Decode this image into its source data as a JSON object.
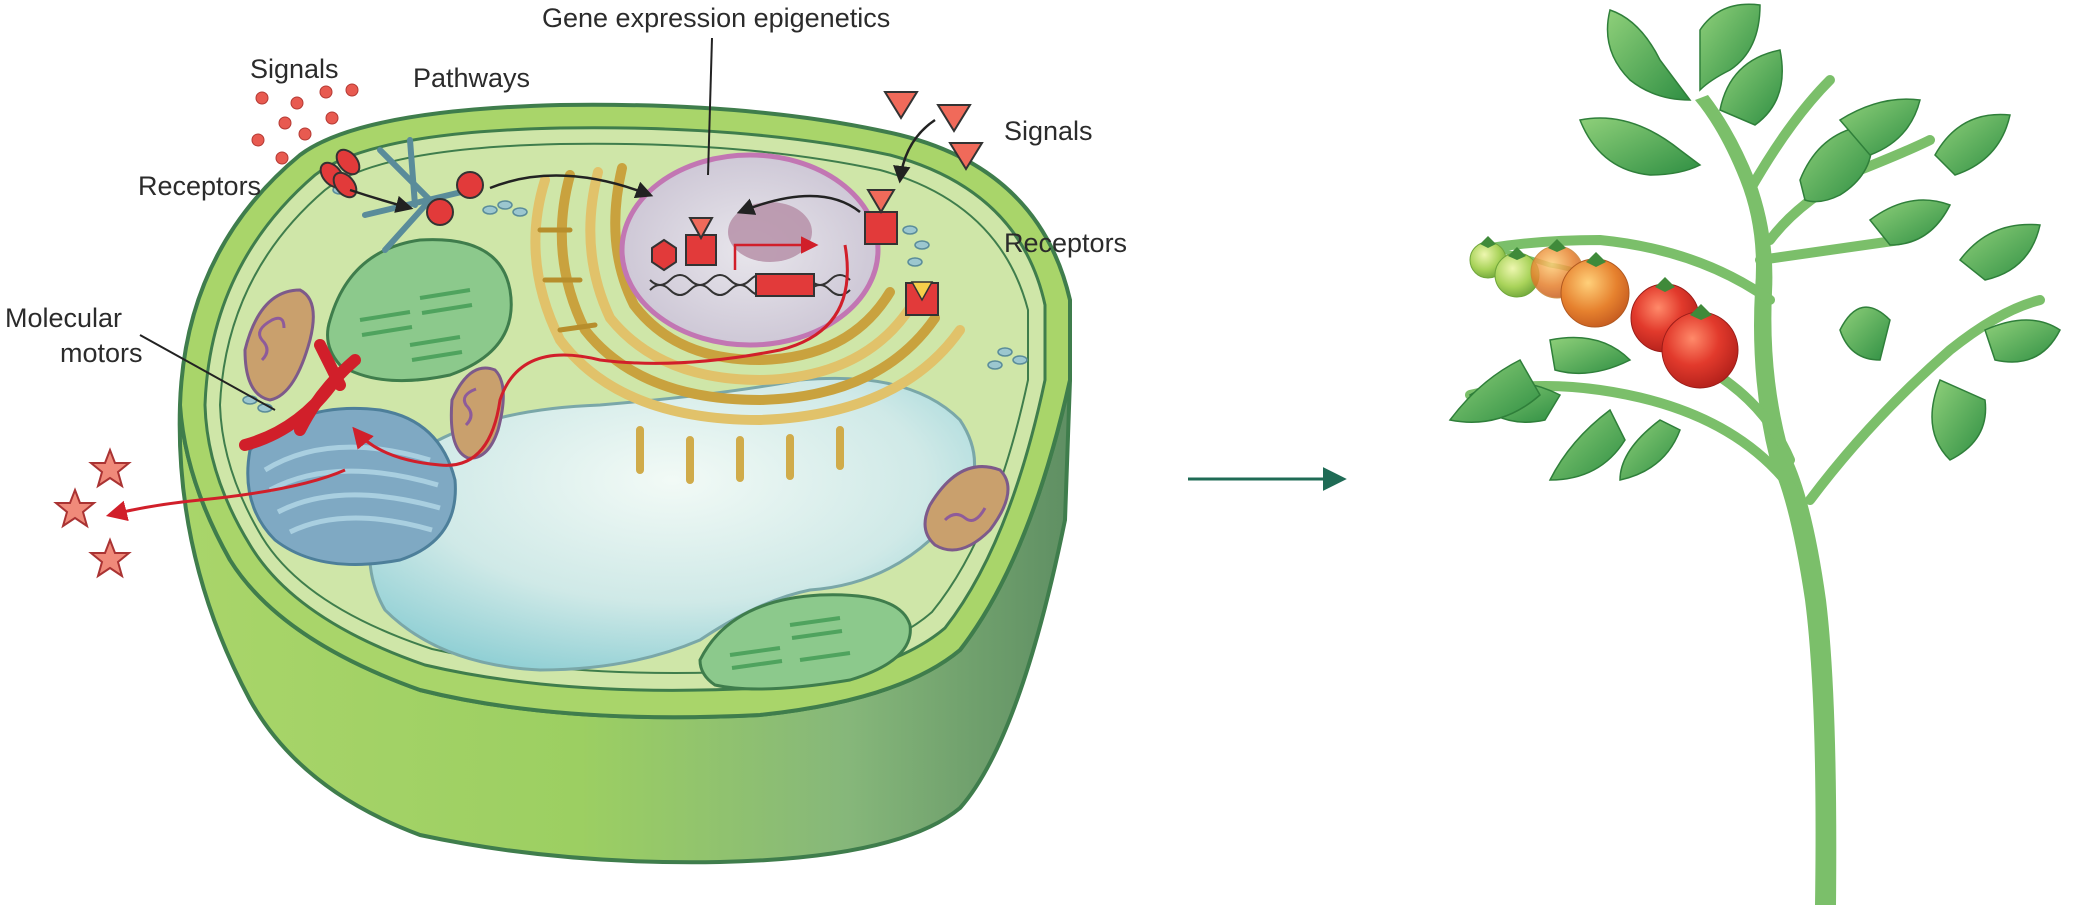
{
  "labels": {
    "gene_expression": "Gene expression epigenetics",
    "signals_left": "Signals",
    "pathways": "Pathways",
    "receptors_left": "Receptors",
    "molecular_motors_line1": "Molecular",
    "molecular_motors_line2": "motors",
    "signals_right": "Signals",
    "receptors_right": "Receptors"
  },
  "colors": {
    "cell_wall_dark": "#5e9a5e",
    "cell_wall_light": "#a7d46c",
    "cytoplasm": "#cfe6a8",
    "membrane": "#3f7d4c",
    "vacuole": "#bfe3e2",
    "nucleus": "#d9d3de",
    "golgi": "#d8b24a",
    "chloroplast": "#8cc98c",
    "mitochondrion": "#c9a06d",
    "signal_red": "#e23a3a",
    "motor_red": "#d11f2a",
    "arrow_teal": "#1f6b55",
    "leaf_green": "#4aa84f",
    "stem_green": "#7bbf6a",
    "tomato_red": "#d9342b",
    "tomato_orange": "#e07b2c",
    "tomato_green": "#9ccc4a"
  },
  "icons": [
    "plant-cell-illustration",
    "tomato-plant-illustration",
    "transition-arrow-icon"
  ]
}
